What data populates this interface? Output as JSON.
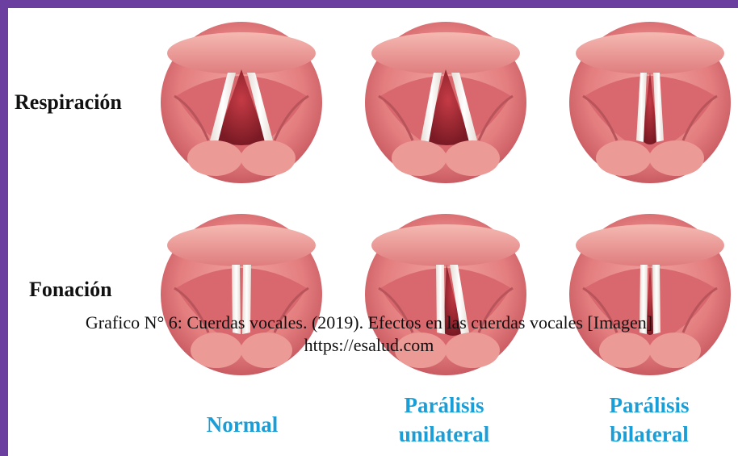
{
  "rows": {
    "respiracion": "Respiración",
    "fonacion": "Fonación"
  },
  "columns": {
    "normal": "Normal",
    "unilateral_line1": "Parálisis",
    "unilateral_line2": "unilateral",
    "bilateral_line1": "Parálisis",
    "bilateral_line2": "bilateral"
  },
  "caption": {
    "line1": "Grafico N° 6: Cuerdas vocales. (2019). Efectos en las cuerdas vocales [Imagen]",
    "line2": "https://esalud.com"
  },
  "colors": {
    "frame": "#6b3fa0",
    "column_label": "#1a9ed8",
    "tissue": "#e98a8c",
    "cords": "#f6f1ec"
  }
}
